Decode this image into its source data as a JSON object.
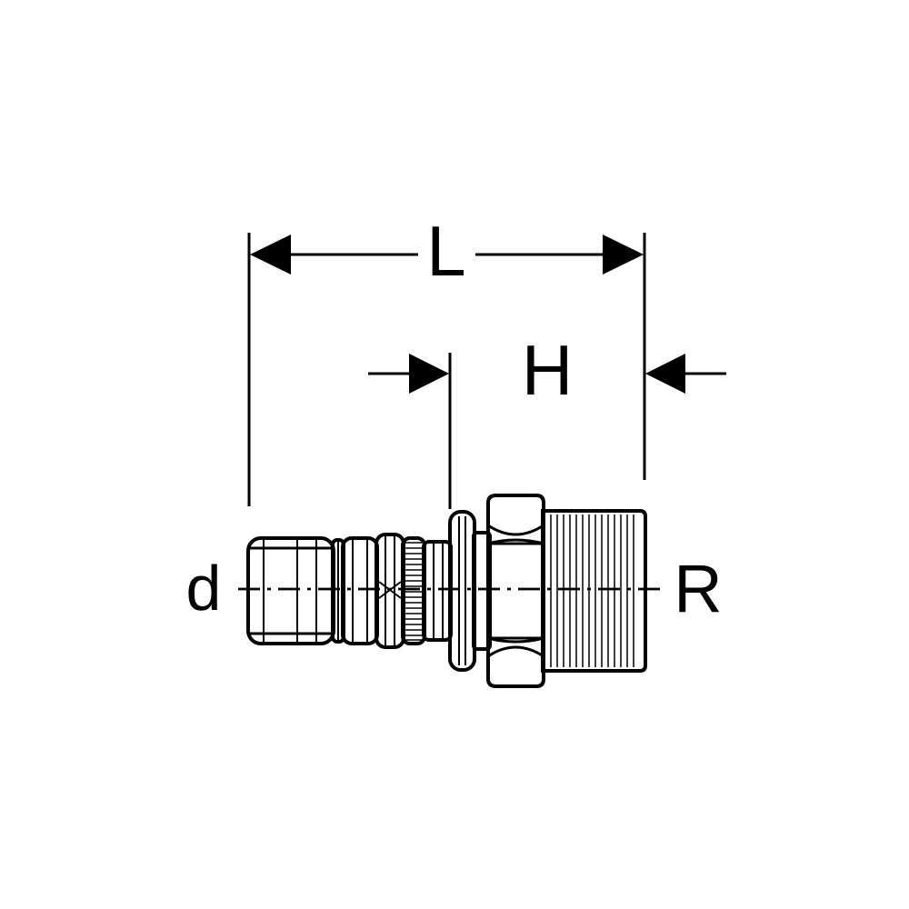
{
  "labels": {
    "length": "L",
    "thread_length": "H",
    "pipe_diameter": "d",
    "thread_size": "R"
  },
  "colors": {
    "ink": "#000000",
    "background": "#ffffff"
  }
}
